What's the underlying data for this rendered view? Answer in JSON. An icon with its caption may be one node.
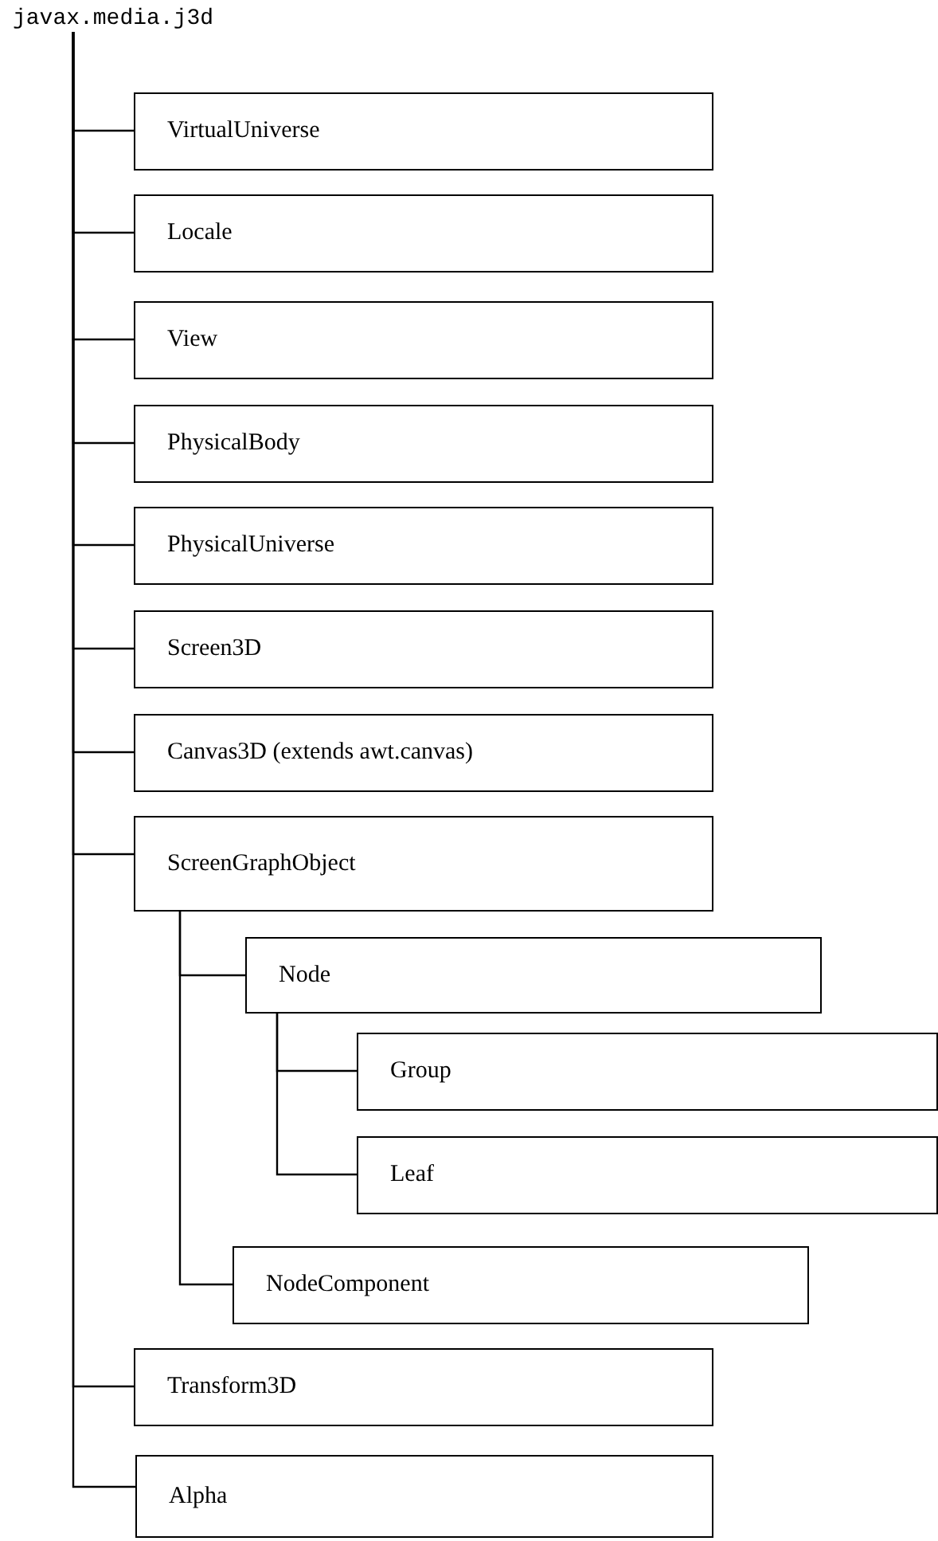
{
  "diagram": {
    "nodes": [
      {
        "text": [
          "javax.media.j3d"
        ]
      },
      {
        "text": [
          "VirtualUniverse"
        ]
      },
      {
        "text": [
          "Locale"
        ]
      },
      {
        "text": [
          "View"
        ]
      },
      {
        "text": [
          "PhysicalBody"
        ]
      },
      {
        "text": [
          "PhysicalUniverse"
        ]
      },
      {
        "text": [
          "Screen3D"
        ]
      },
      {
        "text": [
          "Canvas3D (extends awt.canvas)"
        ]
      },
      {
        "text": [
          "ScreenGraphObject"
        ]
      },
      {
        "text": [
          "Node"
        ]
      },
      {
        "text": [
          "Group"
        ]
      },
      {
        "text": [
          "Leaf"
        ]
      },
      {
        "text": [
          "NodeComponent"
        ]
      },
      {
        "text": [
          "Transform3D"
        ]
      },
      {
        "text": [
          "Alpha"
        ]
      }
    ],
    "edges": [
      {
        "from": 0,
        "to": 1,
        "arrow": "none"
      },
      {
        "from": 0,
        "to": 2,
        "arrow": "none"
      },
      {
        "from": 0,
        "to": 3,
        "arrow": "none"
      },
      {
        "from": 0,
        "to": 4,
        "arrow": "none"
      },
      {
        "from": 0,
        "to": 5,
        "arrow": "none"
      },
      {
        "from": 0,
        "to": 6,
        "arrow": "none"
      },
      {
        "from": 0,
        "to": 7,
        "arrow": "none"
      },
      {
        "from": 0,
        "to": 8,
        "arrow": "none"
      },
      {
        "from": 8,
        "to": 9,
        "arrow": "none"
      },
      {
        "from": 9,
        "to": 10,
        "arrow": "none"
      },
      {
        "from": 9,
        "to": 11,
        "arrow": "none"
      },
      {
        "from": 8,
        "to": 12,
        "arrow": "none"
      },
      {
        "from": 0,
        "to": 13,
        "arrow": "none"
      },
      {
        "from": 0,
        "to": 14,
        "arrow": "none"
      }
    ]
  }
}
